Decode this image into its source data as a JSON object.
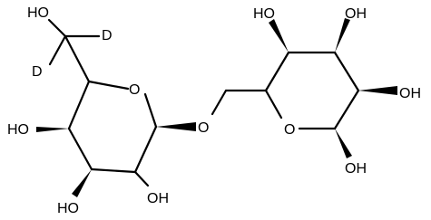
{
  "colors": {
    "bond": "#000000",
    "background": "#ffffff",
    "text": "#000000"
  },
  "labels": {
    "ho_ch2": "HO",
    "d_upper": "D",
    "d_lower": "D",
    "ring_o_left": "O",
    "ho_c4_left": "HO",
    "ho_c3_left": "HO",
    "oh_c2_left": "OH",
    "glycosidic_o": "O",
    "ho_c4_right": "HO",
    "oh_c3_right": "OH",
    "oh_c2_right": "OH",
    "ring_o_right": "O",
    "oh_c1_right": "OH"
  }
}
